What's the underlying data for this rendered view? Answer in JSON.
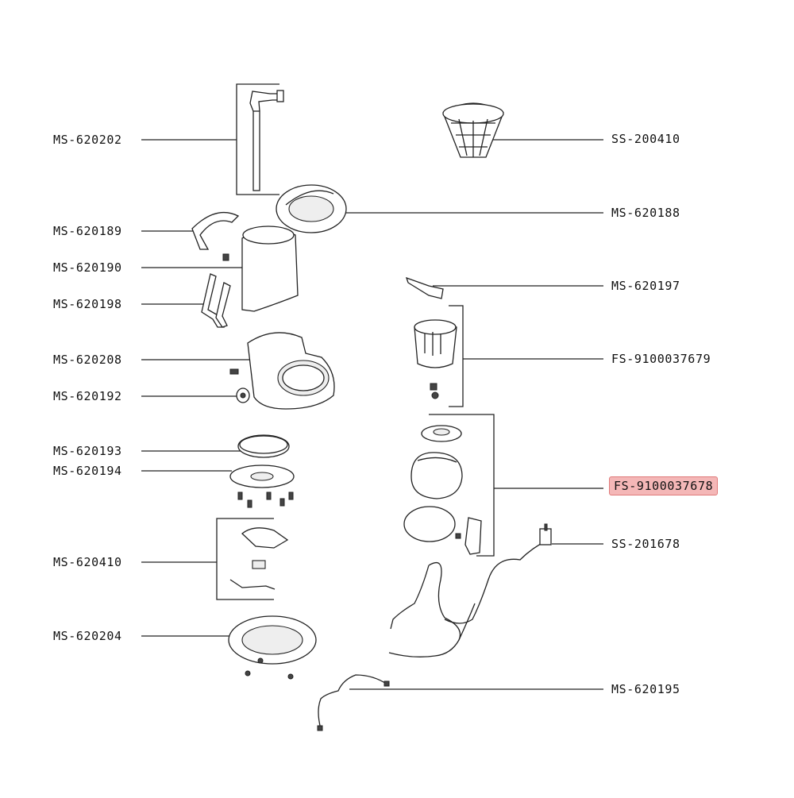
{
  "labels": {
    "ms_620202": "MS-620202",
    "ms_620189": "MS-620189",
    "ms_620190": "MS-620190",
    "ms_620198": "MS-620198",
    "ms_620208": "MS-620208",
    "ms_620192": "MS-620192",
    "ms_620193": "MS-620193",
    "ms_620194": "MS-620194",
    "ms_620410": "MS-620410",
    "ms_620204": "MS-620204",
    "ss_200410": "SS-200410",
    "ms_620188": "MS-620188",
    "ms_620197": "MS-620197",
    "fs_9100037679": "FS-9100037679",
    "fs_9100037678": "FS-9100037678",
    "ss_201678": "SS-201678",
    "ms_620195": "MS-620195"
  },
  "highlighted_label": "fs_9100037678",
  "colors": {
    "highlight_fill": "#f4b7b7",
    "highlight_border": "#e07a7a",
    "line": "#222222"
  }
}
